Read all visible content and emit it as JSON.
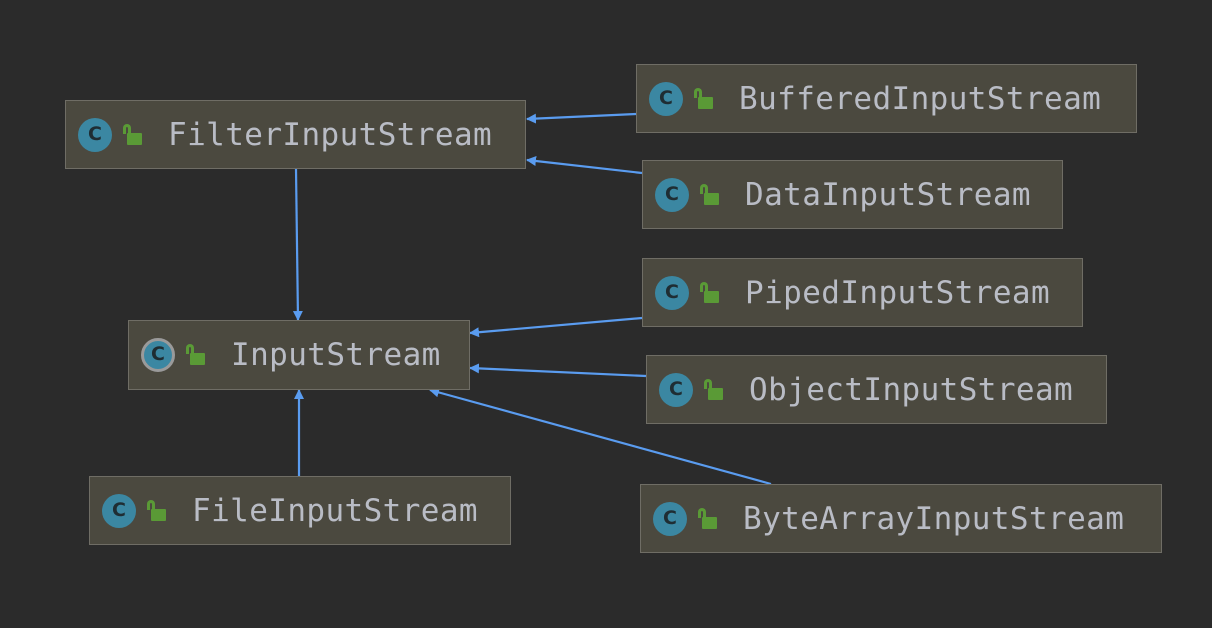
{
  "diagram": {
    "nodes": [
      {
        "id": "filter",
        "label": "FilterInputStream",
        "kind": "class",
        "icon_letter": "C"
      },
      {
        "id": "buffered",
        "label": "BufferedInputStream",
        "kind": "class",
        "icon_letter": "C"
      },
      {
        "id": "data",
        "label": "DataInputStream",
        "kind": "class",
        "icon_letter": "C"
      },
      {
        "id": "piped",
        "label": "PipedInputStream",
        "kind": "class",
        "icon_letter": "C"
      },
      {
        "id": "input",
        "label": "InputStream",
        "kind": "abstract-class",
        "icon_letter": "C"
      },
      {
        "id": "object",
        "label": "ObjectInputStream",
        "kind": "class",
        "icon_letter": "C"
      },
      {
        "id": "file",
        "label": "FileInputStream",
        "kind": "class",
        "icon_letter": "C"
      },
      {
        "id": "bytearray",
        "label": "ByteArrayInputStream",
        "kind": "class",
        "icon_letter": "C"
      }
    ],
    "edges": [
      {
        "from": "buffered",
        "to": "filter",
        "relation": "extends"
      },
      {
        "from": "data",
        "to": "filter",
        "relation": "extends"
      },
      {
        "from": "filter",
        "to": "input",
        "relation": "extends"
      },
      {
        "from": "piped",
        "to": "input",
        "relation": "extends"
      },
      {
        "from": "object",
        "to": "input",
        "relation": "extends"
      },
      {
        "from": "bytearray",
        "to": "input",
        "relation": "extends"
      },
      {
        "from": "file",
        "to": "input",
        "relation": "extends"
      }
    ],
    "colors": {
      "background": "#2b2b2b",
      "node_fill": "#4b493f",
      "node_border": "#6f6d65",
      "text": "#b9bcc5",
      "edge": "#5a9cf0",
      "class_icon": "#3b87a2",
      "visibility_icon": "#5a9a36"
    },
    "icons": {
      "class": "class-c-icon",
      "visibility": "public-unlocked-icon"
    }
  }
}
